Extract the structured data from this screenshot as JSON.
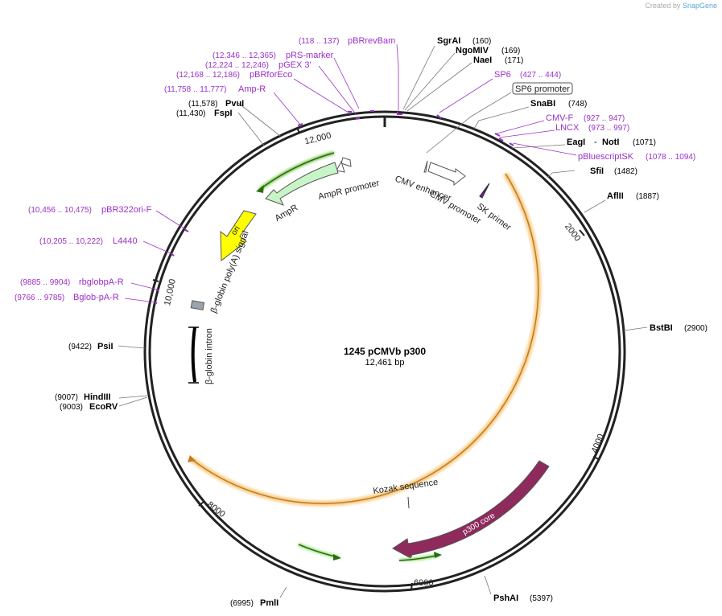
{
  "credit": {
    "prefix": "Created by",
    "brand": "SnapGene"
  },
  "plasmid": {
    "name": "1245 pCMVb p300",
    "length": "12,461 bp"
  },
  "ticks": [
    "2000",
    "4000",
    "6000",
    "8000",
    "10,000",
    "12,000"
  ],
  "enzymes": [
    {
      "name": "SgrAI",
      "pos": "(160)"
    },
    {
      "name": "NgoMIV",
      "pos": "(169)"
    },
    {
      "name": "NaeI",
      "pos": "(171)"
    },
    {
      "name": "SnaBI",
      "pos": "(748)"
    },
    {
      "name": "EagI",
      "sep": "-",
      "name2": "NotI",
      "pos": "(1071)"
    },
    {
      "name": "SfiI",
      "pos": "(1482)"
    },
    {
      "name": "AflII",
      "pos": "(1887)"
    },
    {
      "name": "BstBI",
      "pos": "(2900)"
    },
    {
      "name": "PshAI",
      "pos": "(5397)"
    },
    {
      "name": "PmlI",
      "pos": "(6995)"
    },
    {
      "name": "EcoRV",
      "pos": "(9003)"
    },
    {
      "name": "HindIII",
      "pos": "(9007)"
    },
    {
      "name": "PsiI",
      "pos": "(9422)"
    },
    {
      "name": "FspI",
      "pos": "(11,430)"
    },
    {
      "name": "PvuI",
      "pos": "(11,578)"
    }
  ],
  "primers": [
    {
      "name": "pBRrevBam",
      "range": "(118 .. 137)"
    },
    {
      "name": "SP6",
      "range": "(427 .. 444)"
    },
    {
      "name": "CMV-F",
      "range": "(927 .. 947)"
    },
    {
      "name": "LNCX",
      "range": "(973 .. 997)"
    },
    {
      "name": "pBluescriptSK",
      "range": "(1078 .. 1094)"
    },
    {
      "name": "pRS-marker",
      "range": "(12,346 .. 12,365)"
    },
    {
      "name": "pGEX 3'",
      "range": "(12,224 .. 12,246)"
    },
    {
      "name": "pBRforEco",
      "range": "(12,168 .. 12,186)"
    },
    {
      "name": "Amp-R",
      "range": "(11,758 .. 11,777)"
    },
    {
      "name": "pBR322ori-F",
      "range": "(10,456 .. 10,475)"
    },
    {
      "name": "L4440",
      "range": "(10,205 .. 10,222)"
    },
    {
      "name": "rbglobpA-R",
      "range": "(9885 .. 9904)"
    },
    {
      "name": "Bglob-pA-R",
      "range": "(9766 .. 9785)"
    }
  ],
  "features": {
    "sp6_promoter": "SP6 promoter",
    "cmv_enhancer": "CMV enhancer",
    "cmv_promoter": "CMV promoter",
    "sk_primer": "SK primer",
    "ampr_promoter": "AmpR promoter",
    "ampr": "AmpR",
    "ori": "ori",
    "polya": "β-globin poly(A) signal",
    "intron": "β-globin intron",
    "kozak": "Kozak sequence",
    "p300": "p300 core"
  },
  "colors": {
    "primer": "#9b30c8",
    "enzyme": "#000000",
    "ampr_fill": "#c8f5c8",
    "ori_fill": "#ffff00",
    "p300_fill": "#8e2a5c",
    "orf_glow": "#f5c77a",
    "orf_line": "#c47a1e",
    "green_arrow": "#2a9b2a"
  }
}
